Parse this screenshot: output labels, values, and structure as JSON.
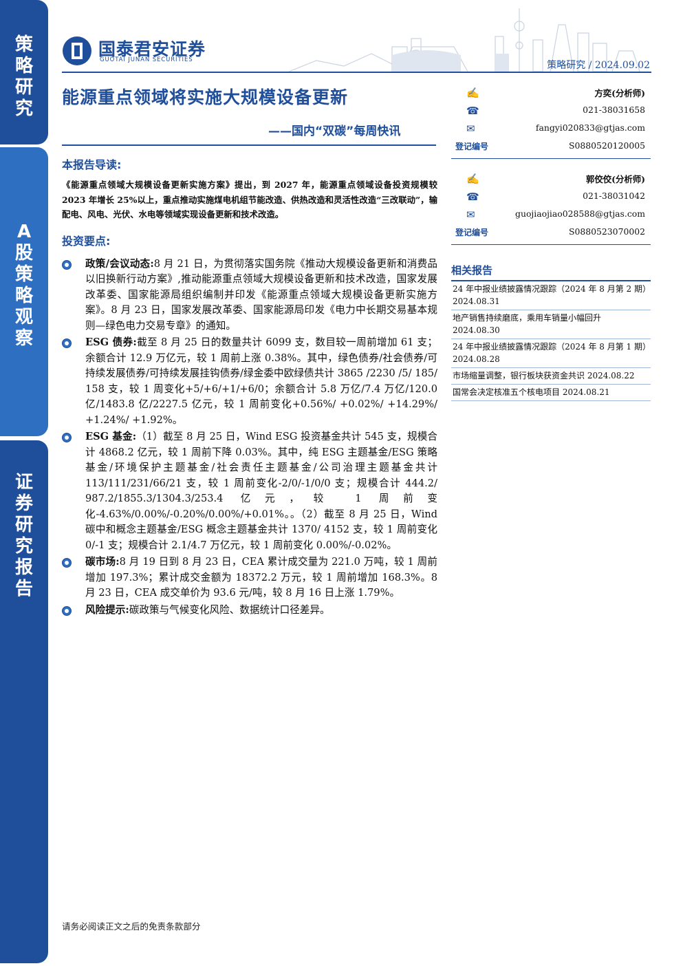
{
  "sidebar": {
    "tab1": [
      "策",
      "略",
      "研",
      "究"
    ],
    "tab2": [
      "A",
      "股",
      "策",
      "略",
      "观",
      "察"
    ],
    "tab3": [
      "证",
      "券",
      "研",
      "究",
      "报",
      "告"
    ]
  },
  "header": {
    "logo_cn": "国泰君安证券",
    "logo_en": "GUOTAI JUNAN SECURITIES",
    "category": "策略研究 / 2024.09.02"
  },
  "title": "能源重点领域将实施大规模设备更新",
  "subtitle": "——国内“双碳”每周快讯",
  "guide": {
    "heading": "本报告导读:",
    "text": "《能源重点领域大规模设备更新实施方案》提出，到 2027 年，能源重点领域设备投资规模较 2023 年增长 25%以上，重点推动实施煤电机组节能改造、供热改造和灵活性改造“三改联动”，输配电、风电、光伏、水电等领域实现设备更新和技术改造。"
  },
  "key_points": {
    "heading": "投资要点:",
    "items": [
      {
        "label": "政策/会议动态:",
        "text": "8 月 21 日，为贯彻落实国务院《推动大规模设备更新和消费品以旧换新行动方案》,推动能源重点领域大规模设备更新和技术改造，国家发展改革委、国家能源局组织编制并印发《能源重点领域大规模设备更新实施方案》。8 月 23 日，国家发展改革委、国家能源局印发《电力中长期交易基本规则—绿色电力交易专章》的通知。"
      },
      {
        "label": "ESG 债券:",
        "text": "截至 8 月 25 日的数量共计 6099 支，数目较一周前增加 61 支；余额合计 12.9 万亿元，较 1 周前上涨 0.38%。其中，绿色债券/社会债券/可持续发展债券/可持续发展挂钩债券/绿金委中欧绿债共计 3865 /2230 /5/ 185/ 158 支，较 1 周变化+5/+6/+1/+6/0；余额合计 5.8 万亿/7.4 万亿/120.0 亿/1483.8 亿/2227.5 亿元，较 1 周前变化+0.56%/ +0.02%/ +14.29%/ +1.24%/ +1.92%。"
      },
      {
        "label": "ESG 基金:",
        "text": "（1）截至 8 月 25 日，Wind ESG 投资基金共计 545 支，规模合计 4868.2 亿元，较 1 周前下降 0.03%。其中，纯 ESG 主题基金/ESG 策略基金/环境保护主题基金/社会责任主题基金/公司治理主题基金共计 113/111/231/66/21 支，较 1 周前变化-2/0/-1/0/0 支；规模合计 444.2/ 987.2/1855.3/1304.3/253.4 亿元，较 1 周前变化-4.63%/0.00%/-0.20%/0.00%/+0.01%。。（2）截至 8 月 25 日，Wind 碳中和概念主题基金/ESG 概念主题基金共计 1370/ 4152 支，较 1 周前变化 0/-1 支；规模合计 2.1/4.7 万亿元，较 1 周前变化 0.00%/-0.02%。"
      },
      {
        "label": "碳市场:",
        "text": "8 月 19 日到 8 月 23 日，CEA 累计成交量为 221.0 万吨，较 1 周前增加 197.3%；累计成交金额为 18372.2 万元，较 1 周前增加 168.3%。8 月 23 日，CEA 成交单价为 93.6 元/吨，较 8 月 16 日上涨 1.79%。"
      },
      {
        "label": "风险提示:",
        "text": "碳政策与气候变化风险、数据统计口径差异。"
      }
    ]
  },
  "analysts": [
    {
      "name": "方奕(分析师)",
      "phone": "021-38031658",
      "email": "fangyi020833@gtjas.com",
      "reg_label": "登记编号",
      "reg_no": "S0880520120005"
    },
    {
      "name": "郭佼佼(分析师)",
      "phone": "021-38031042",
      "email": "guojiaojiao028588@gtjas.com",
      "reg_label": "登记编号",
      "reg_no": "S0880523070002"
    }
  ],
  "related": {
    "heading": "相关报告",
    "items": [
      "24 年中报业绩披露情况跟踪（2024 年 8 月第 2 期） 2024.08.31",
      "地产销售持续磨底，乘用车销量小幅回升 2024.08.30",
      "24 年中报业绩披露情况跟踪（2024 年 8 月第 1 期） 2024.08.28",
      "市场缩量调整，银行板块获资金共识 2024.08.22",
      "国常会决定核准五个核电项目 2024.08.21"
    ]
  },
  "footer": "请务必阅读正文之后的免责条款部分",
  "colors": {
    "brand": "#1f4e9a",
    "accent": "#2f6fc1"
  }
}
